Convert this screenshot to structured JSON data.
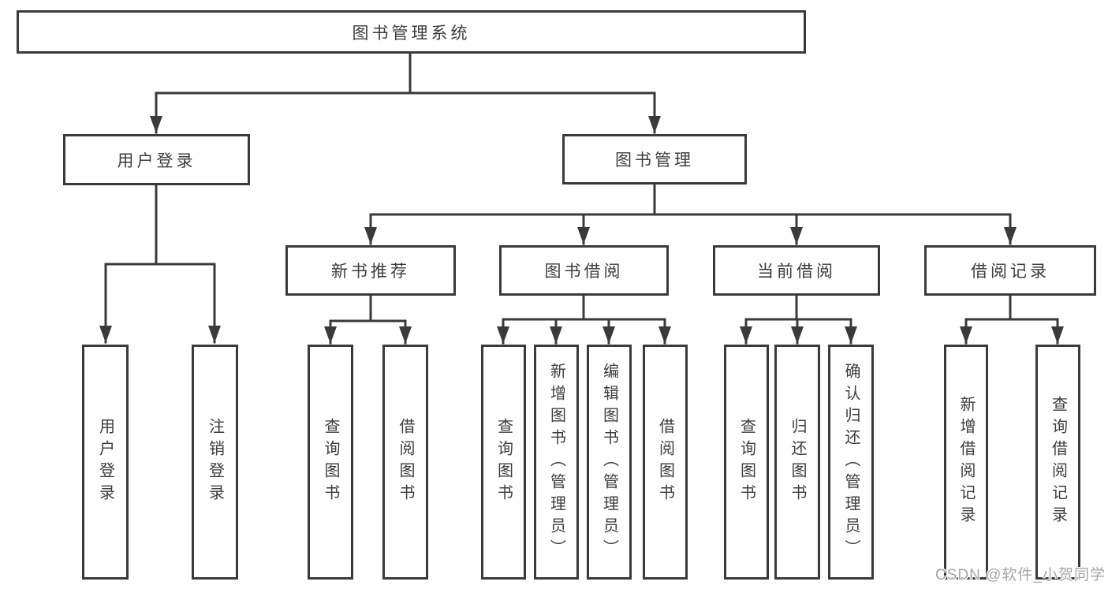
{
  "watermark": "CSDN @软件_小贺同学",
  "colors": {
    "line": "#3a3a3a",
    "text": "#3d3d3d",
    "background": "#ffffff",
    "watermark": "#a6a6a6"
  },
  "tree": {
    "label": "图书管理系统",
    "children": [
      {
        "label": "用户登录",
        "children": [
          {
            "label": "用户登录"
          },
          {
            "label": "注销登录"
          }
        ]
      },
      {
        "label": "图书管理",
        "children": [
          {
            "label": "新书推荐",
            "children": [
              {
                "label": "查询图书"
              },
              {
                "label": "借阅图书"
              }
            ]
          },
          {
            "label": "图书借阅",
            "children": [
              {
                "label": "查询图书"
              },
              {
                "label": "新增图书（管理员）"
              },
              {
                "label": "编辑图书（管理员）"
              },
              {
                "label": "借阅图书"
              }
            ]
          },
          {
            "label": "当前借阅",
            "children": [
              {
                "label": "查询图书"
              },
              {
                "label": "归还图书"
              },
              {
                "label": "确认归还（管理员）"
              }
            ]
          },
          {
            "label": "借阅记录",
            "children": [
              {
                "label": "新增借阅记录"
              },
              {
                "label": "查询借阅记录"
              }
            ]
          }
        ]
      }
    ]
  }
}
